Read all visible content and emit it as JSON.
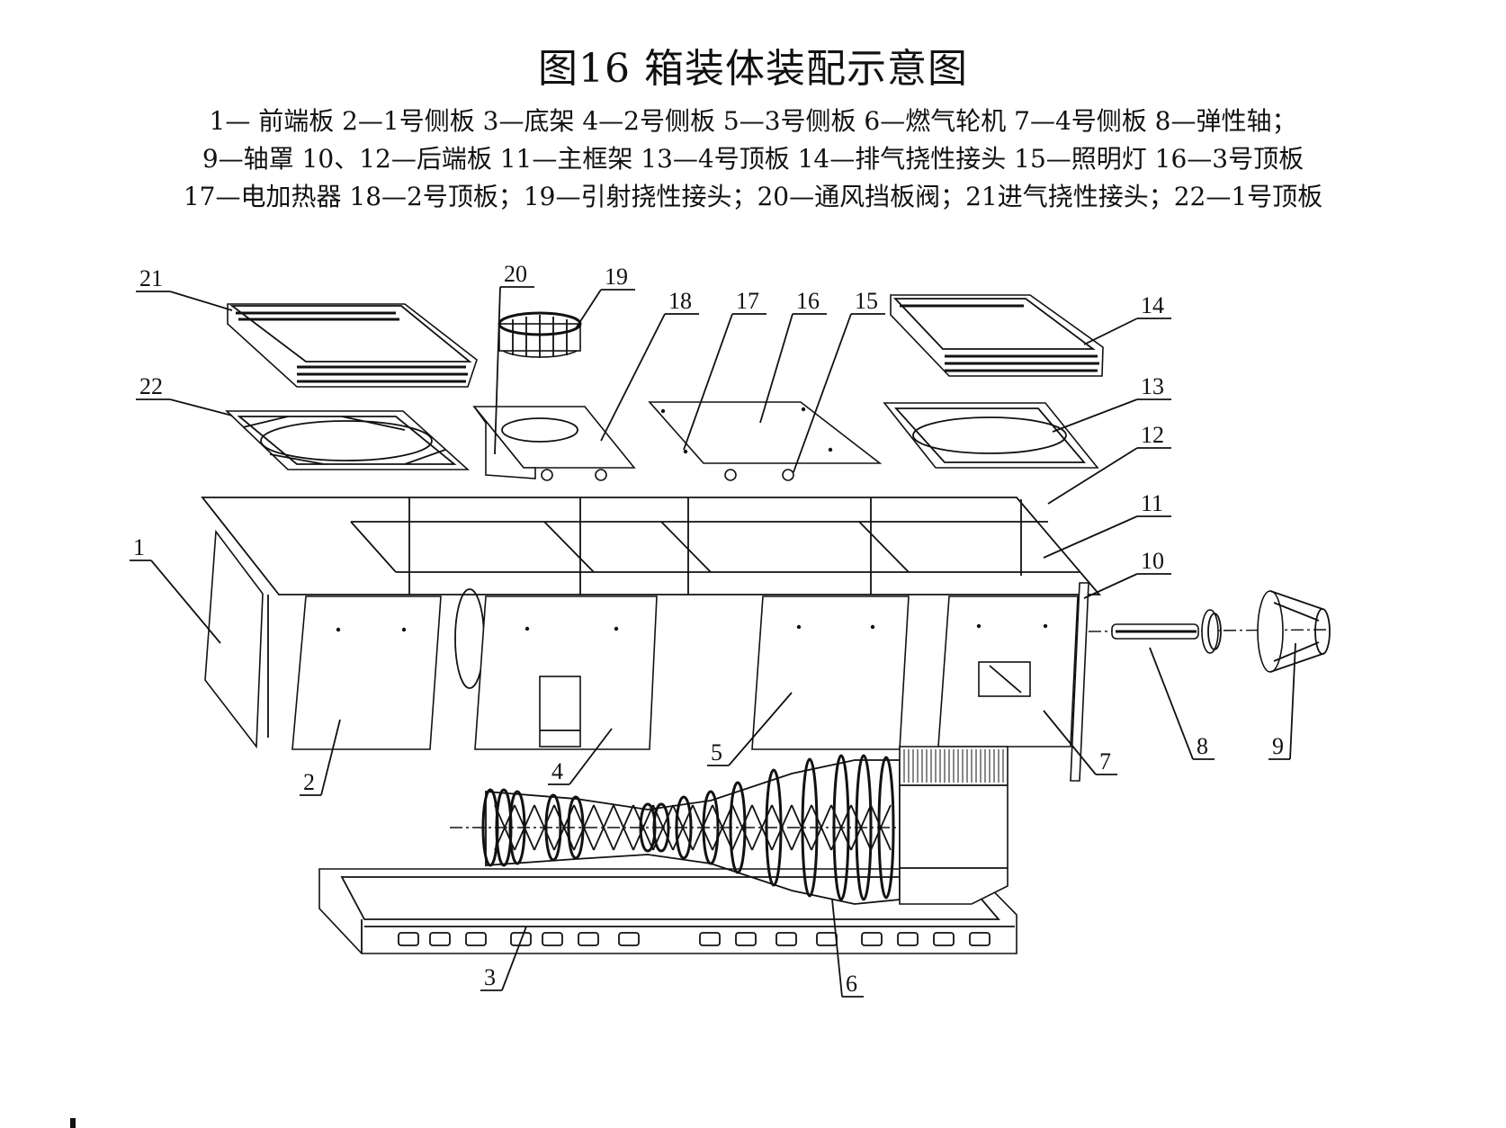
{
  "figure": {
    "title": "图16 箱装体装配示意图",
    "legend_lines": [
      "1— 前端板 2—1号侧板 3—底架 4—2号侧板 5—3号侧板 6—燃气轮机 7—4号侧板 8—弹性轴；",
      "9—轴罩 10、12—后端板 11—主框架 13—4号顶板 14—排气挠性接头 15—照明灯 16—3号顶板",
      "17—电加热器 18—2号顶板；19—引射挠性接头；20—通风挡板阀；21进气挠性接头；22—1号顶板"
    ],
    "parts": [
      {
        "no": "1",
        "name": "前端板"
      },
      {
        "no": "2",
        "name": "1号侧板"
      },
      {
        "no": "3",
        "name": "底架"
      },
      {
        "no": "4",
        "name": "2号侧板"
      },
      {
        "no": "5",
        "name": "3号侧板"
      },
      {
        "no": "6",
        "name": "燃气轮机"
      },
      {
        "no": "7",
        "name": "4号侧板"
      },
      {
        "no": "8",
        "name": "弹性轴"
      },
      {
        "no": "9",
        "name": "轴罩"
      },
      {
        "no": "10",
        "name": "后端板"
      },
      {
        "no": "11",
        "name": "主框架"
      },
      {
        "no": "12",
        "name": "后端板"
      },
      {
        "no": "13",
        "name": "4号顶板"
      },
      {
        "no": "14",
        "name": "排气挠性接头"
      },
      {
        "no": "15",
        "name": "照明灯"
      },
      {
        "no": "16",
        "name": "3号顶板"
      },
      {
        "no": "17",
        "name": "电加热器"
      },
      {
        "no": "18",
        "name": "2号顶板"
      },
      {
        "no": "19",
        "name": "引射挠性接头"
      },
      {
        "no": "20",
        "name": "通风挡板阀"
      },
      {
        "no": "21",
        "name": "进气挠性接头"
      },
      {
        "no": "22",
        "name": "1号顶板"
      }
    ],
    "callouts": {
      "c1": "1",
      "c2": "2",
      "c3": "3",
      "c4": "4",
      "c5": "5",
      "c6": "6",
      "c7": "7",
      "c8": "8",
      "c9": "9",
      "c10": "10",
      "c11": "11",
      "c12": "12",
      "c13": "13",
      "c14": "14",
      "c15": "15",
      "c16": "16",
      "c17": "17",
      "c18": "18",
      "c19": "19",
      "c20": "20",
      "c21": "21",
      "c22": "22"
    }
  }
}
